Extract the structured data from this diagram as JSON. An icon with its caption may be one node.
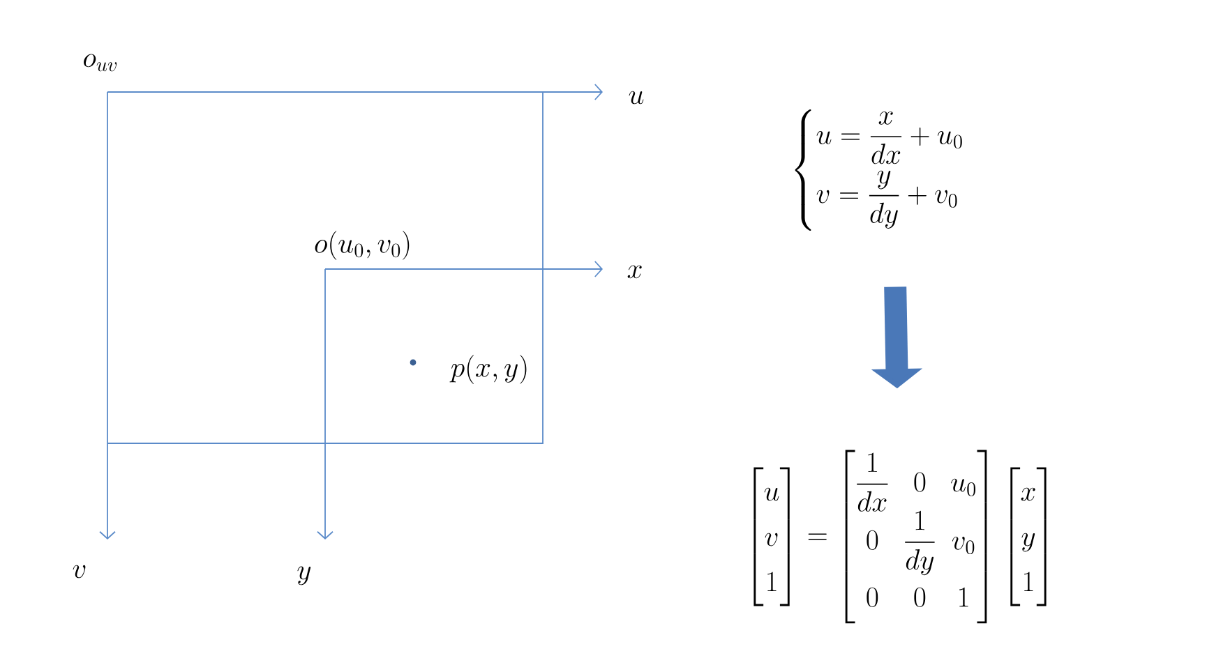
{
  "diagram": {
    "nodes": [
      {
        "text": [
          "\\begin{cases} u=\\dfrac{x}{dx}+u_0 \\\\[10pt] v=\\dfrac{y}{dy}+v_0 \\end{cases}"
        ]
      },
      {
        "text": [
          "\\begin{bmatrix}u\\\\v\\\\1\\end{bmatrix}=\\begin{bmatrix}\\dfrac{1}{dx}&0&u_0\\\\0&\\dfrac{1}{dy}&v_0\\\\0&0&1\\end{bmatrix}\\begin{bmatrix}x\\\\y\\\\1\\end{bmatrix}"
        ]
      }
    ],
    "edges": [
      {
        "from": 0,
        "to": 1,
        "arrow": "to"
      }
    ],
    "labels": [
      "o_{uv}",
      "u",
      "o(u_0,v_0)",
      "x",
      "p(x,y)",
      "v",
      "y"
    ]
  }
}
